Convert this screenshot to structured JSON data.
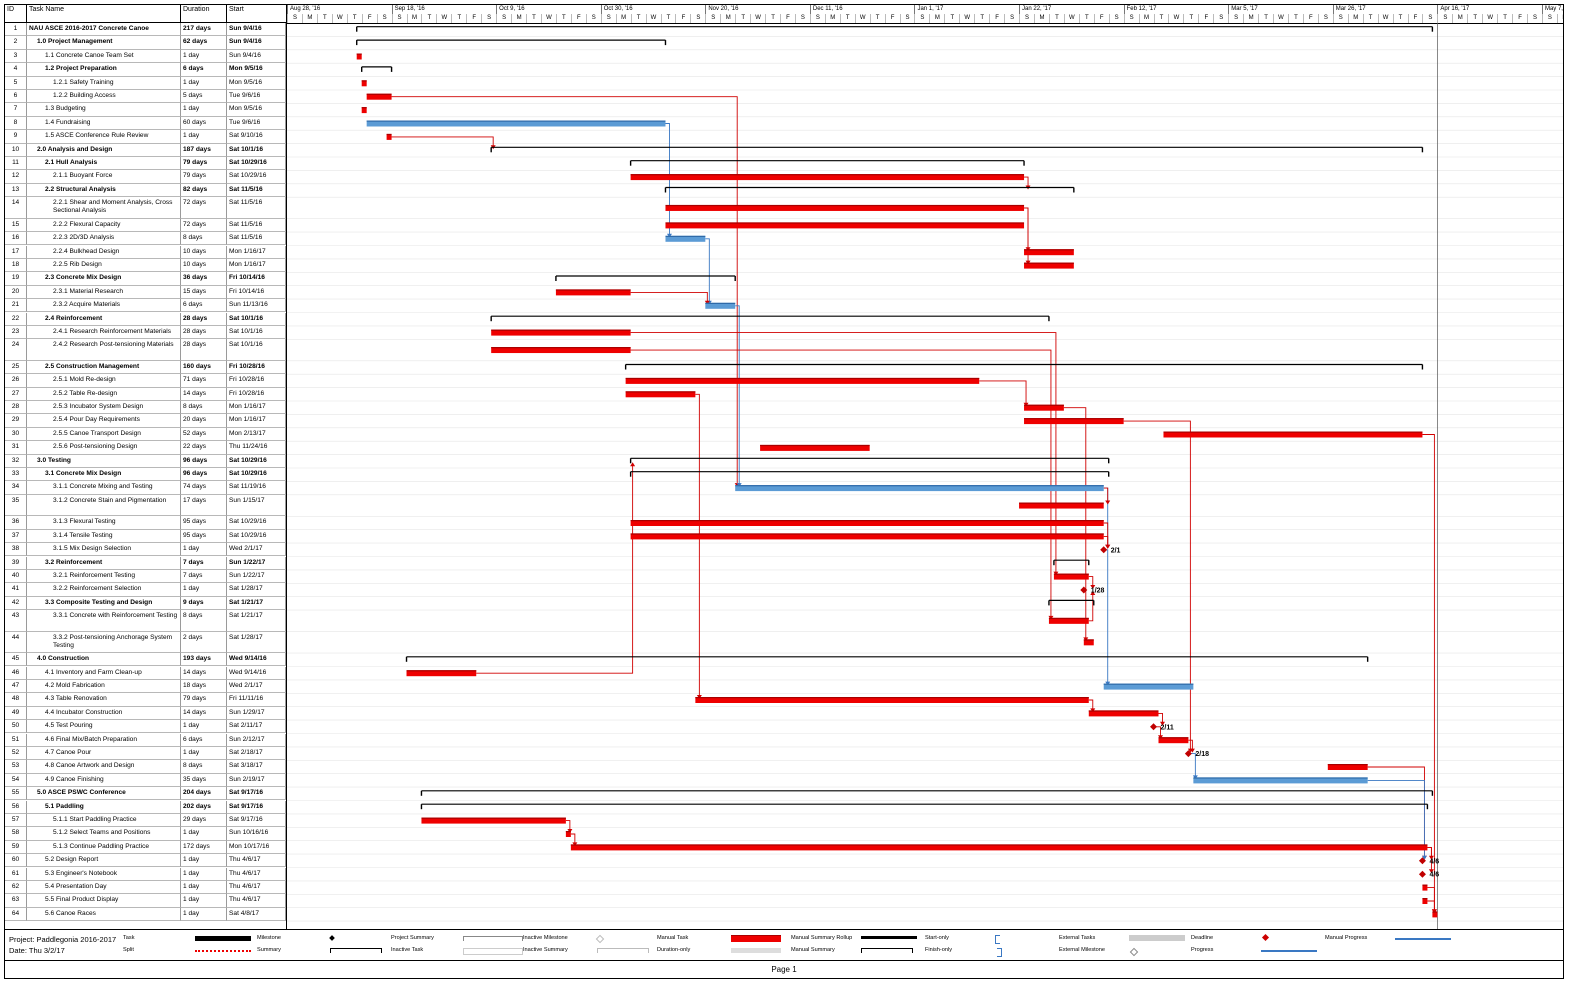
{
  "columns": {
    "id": "ID",
    "name": "Task Name",
    "duration": "Duration",
    "start": "Start"
  },
  "timescale": {
    "months": [
      "Aug 28, '16",
      "Sep 18, '16",
      "Oct 9, '16",
      "Oct 30, '16",
      "Nov 20, '16",
      "Dec 11, '16",
      "Jan 1, '17",
      "Jan 22, '17",
      "Feb 12, '17",
      "Mar 5, '17",
      "Mar 26, '17",
      "Apr 16, '17",
      "May 7,"
    ],
    "days": [
      "S",
      "M",
      "T",
      "W",
      "T",
      "F",
      "S"
    ]
  },
  "tasks": [
    {
      "id": "1",
      "name": "NAU ASCE 2016-2017 Concrete Canoe",
      "duration": "217 days",
      "start": "Sun 9/4/16",
      "level": 0,
      "bold": true,
      "type": "summary",
      "bar_start": "2016-09-04",
      "bar_end": "2017-04-08"
    },
    {
      "id": "2",
      "name": "1.0 Project Management",
      "duration": "62 days",
      "start": "Sun 9/4/16",
      "level": 1,
      "bold": true,
      "type": "summary",
      "bar_start": "2016-09-04",
      "bar_end": "2016-11-05"
    },
    {
      "id": "3",
      "name": "1.1 Concrete Canoe Team Set",
      "duration": "1 day",
      "start": "Sun 9/4/16",
      "level": 2,
      "type": "manual",
      "bar_start": "2016-09-04",
      "bar_end": "2016-09-05"
    },
    {
      "id": "4",
      "name": "1.2 Project Preparation",
      "duration": "6 days",
      "start": "Mon 9/5/16",
      "level": 2,
      "bold": true,
      "type": "summary",
      "bar_start": "2016-09-05",
      "bar_end": "2016-09-11"
    },
    {
      "id": "5",
      "name": "1.2.1 Safety Training",
      "duration": "1 day",
      "start": "Mon 9/5/16",
      "level": 3,
      "type": "manual",
      "bar_start": "2016-09-05",
      "bar_end": "2016-09-06"
    },
    {
      "id": "6",
      "name": "1.2.2 Building Access",
      "duration": "5 days",
      "start": "Tue 9/6/16",
      "level": 3,
      "type": "manual",
      "bar_start": "2016-09-06",
      "bar_end": "2016-09-11"
    },
    {
      "id": "7",
      "name": "1.3 Budgeting",
      "duration": "1 day",
      "start": "Mon 9/5/16",
      "level": 2,
      "type": "manual",
      "bar_start": "2016-09-05",
      "bar_end": "2016-09-06"
    },
    {
      "id": "8",
      "name": "1.4 Fundraising",
      "duration": "60 days",
      "start": "Tue 9/6/16",
      "level": 2,
      "type": "auto",
      "bar_start": "2016-09-06",
      "bar_end": "2016-11-05"
    },
    {
      "id": "9",
      "name": "1.5 ASCE Conference Rule Review",
      "duration": "1 day",
      "start": "Sat 9/10/16",
      "level": 2,
      "type": "manual",
      "bar_start": "2016-09-10",
      "bar_end": "2016-09-11"
    },
    {
      "id": "10",
      "name": "2.0 Analysis and Design",
      "duration": "187 days",
      "start": "Sat 10/1/16",
      "level": 1,
      "bold": true,
      "type": "summary",
      "bar_start": "2016-10-01",
      "bar_end": "2017-04-06"
    },
    {
      "id": "11",
      "name": "2.1 Hull Analysis",
      "duration": "79 days",
      "start": "Sat 10/29/16",
      "level": 2,
      "bold": true,
      "type": "summary",
      "bar_start": "2016-10-29",
      "bar_end": "2017-01-16"
    },
    {
      "id": "12",
      "name": "2.1.1 Buoyant Force",
      "duration": "79 days",
      "start": "Sat 10/29/16",
      "level": 3,
      "type": "manual",
      "bar_start": "2016-10-29",
      "bar_end": "2017-01-16"
    },
    {
      "id": "13",
      "name": "2.2 Structural Analysis",
      "duration": "82 days",
      "start": "Sat 11/5/16",
      "level": 2,
      "bold": true,
      "type": "summary",
      "bar_start": "2016-11-05",
      "bar_end": "2017-01-26"
    },
    {
      "id": "14",
      "name": "2.2.1 Shear and Moment Analysis, Cross Sectional Analysis",
      "duration": "72 days",
      "start": "Sat 11/5/16",
      "level": 3,
      "type": "manual",
      "bar_start": "2016-11-05",
      "bar_end": "2017-01-16",
      "tall": true
    },
    {
      "id": "15",
      "name": "2.2.2 Flexural Capacity",
      "duration": "72 days",
      "start": "Sat 11/5/16",
      "level": 3,
      "type": "manual",
      "bar_start": "2016-11-05",
      "bar_end": "2017-01-16"
    },
    {
      "id": "16",
      "name": "2.2.3 2D/3D Analysis",
      "duration": "8 days",
      "start": "Sat 11/5/16",
      "level": 3,
      "type": "auto",
      "bar_start": "2016-11-05",
      "bar_end": "2016-11-13"
    },
    {
      "id": "17",
      "name": "2.2.4 Bulkhead Design",
      "duration": "10 days",
      "start": "Mon 1/16/17",
      "level": 3,
      "type": "manual",
      "bar_start": "2017-01-16",
      "bar_end": "2017-01-26"
    },
    {
      "id": "18",
      "name": "2.2.5 Rib Design",
      "duration": "10 days",
      "start": "Mon 1/16/17",
      "level": 3,
      "type": "manual",
      "bar_start": "2017-01-16",
      "bar_end": "2017-01-26"
    },
    {
      "id": "19",
      "name": "2.3 Concrete Mix Design",
      "duration": "36 days",
      "start": "Fri 10/14/16",
      "level": 2,
      "bold": true,
      "type": "summary",
      "bar_start": "2016-10-14",
      "bar_end": "2016-11-19"
    },
    {
      "id": "20",
      "name": "2.3.1 Material Research",
      "duration": "15 days",
      "start": "Fri 10/14/16",
      "level": 3,
      "type": "manual",
      "bar_start": "2016-10-14",
      "bar_end": "2016-10-29"
    },
    {
      "id": "21",
      "name": "2.3.2 Acquire Materials",
      "duration": "6 days",
      "start": "Sun 11/13/16",
      "level": 3,
      "type": "auto",
      "bar_start": "2016-11-13",
      "bar_end": "2016-11-19"
    },
    {
      "id": "22",
      "name": "2.4 Reinforcement",
      "duration": "28 days",
      "start": "Sat 10/1/16",
      "level": 2,
      "bold": true,
      "type": "summary",
      "bar_start": "2016-10-01",
      "bar_end": "2017-01-21"
    },
    {
      "id": "23",
      "name": "2.4.1 Research Reinforcement Materials",
      "duration": "28 days",
      "start": "Sat 10/1/16",
      "level": 3,
      "type": "manual",
      "bar_start": "2016-10-01",
      "bar_end": "2016-10-29"
    },
    {
      "id": "24",
      "name": "2.4.2 Research Post-tensioning Materials",
      "duration": "28 days",
      "start": "Sat 10/1/16",
      "level": 3,
      "type": "manual",
      "bar_start": "2016-10-01",
      "bar_end": "2016-10-29",
      "tall": true
    },
    {
      "id": "25",
      "name": "2.5 Construction Management",
      "duration": "160 days",
      "start": "Fri 10/28/16",
      "level": 2,
      "bold": true,
      "type": "summary",
      "bar_start": "2016-10-28",
      "bar_end": "2017-04-06"
    },
    {
      "id": "26",
      "name": "2.5.1 Mold Re-design",
      "duration": "71 days",
      "start": "Fri 10/28/16",
      "level": 3,
      "type": "manual",
      "bar_start": "2016-10-28",
      "bar_end": "2017-01-07"
    },
    {
      "id": "27",
      "name": "2.5.2 Table Re-design",
      "duration": "14 days",
      "start": "Fri 10/28/16",
      "level": 3,
      "type": "manual",
      "bar_start": "2016-10-28",
      "bar_end": "2016-11-11"
    },
    {
      "id": "28",
      "name": "2.5.3 Incubator System Design",
      "duration": "8 days",
      "start": "Mon 1/16/17",
      "level": 3,
      "type": "manual",
      "bar_start": "2017-01-16",
      "bar_end": "2017-01-24"
    },
    {
      "id": "29",
      "name": "2.5.4 Pour Day Requirements",
      "duration": "20 days",
      "start": "Mon 1/16/17",
      "level": 3,
      "type": "manual",
      "bar_start": "2017-01-16",
      "bar_end": "2017-02-05"
    },
    {
      "id": "30",
      "name": "2.5.5 Canoe Transport Design",
      "duration": "52 days",
      "start": "Mon 2/13/17",
      "level": 3,
      "type": "manual",
      "bar_start": "2017-02-13",
      "bar_end": "2017-04-06"
    },
    {
      "id": "31",
      "name": "2.5.6 Post-tensioning Design",
      "duration": "22 days",
      "start": "Thu 11/24/16",
      "level": 3,
      "type": "manual",
      "bar_start": "2016-11-24",
      "bar_end": "2016-12-16"
    },
    {
      "id": "32",
      "name": "3.0 Testing",
      "duration": "96 days",
      "start": "Sat 10/29/16",
      "level": 1,
      "bold": true,
      "type": "summary",
      "bar_start": "2016-10-29",
      "bar_end": "2017-02-02"
    },
    {
      "id": "33",
      "name": "3.1 Concrete Mix Design",
      "duration": "96 days",
      "start": "Sat 10/29/16",
      "level": 2,
      "bold": true,
      "type": "summary",
      "bar_start": "2016-10-29",
      "bar_end": "2017-02-02"
    },
    {
      "id": "34",
      "name": "3.1.1 Concrete Mixing and Testing",
      "duration": "74 days",
      "start": "Sat 11/19/16",
      "level": 3,
      "type": "auto",
      "bar_start": "2016-11-19",
      "bar_end": "2017-02-01"
    },
    {
      "id": "35",
      "name": "3.1.2 Concrete Stain and Pigmentation",
      "duration": "17 days",
      "start": "Sun 1/15/17",
      "level": 3,
      "type": "manual",
      "bar_start": "2017-01-15",
      "bar_end": "2017-02-01",
      "tall": true
    },
    {
      "id": "36",
      "name": "3.1.3 Flexural Testing",
      "duration": "95 days",
      "start": "Sat 10/29/16",
      "level": 3,
      "type": "manual",
      "bar_start": "2016-10-29",
      "bar_end": "2017-02-01"
    },
    {
      "id": "37",
      "name": "3.1.4 Tensile Testing",
      "duration": "95 days",
      "start": "Sat 10/29/16",
      "level": 3,
      "type": "manual",
      "bar_start": "2016-10-29",
      "bar_end": "2017-02-01"
    },
    {
      "id": "38",
      "name": "3.1.5 Mix Design Selection",
      "duration": "1 day",
      "start": "Wed 2/1/17",
      "level": 3,
      "type": "milestone",
      "bar_start": "2017-02-01",
      "bar_end": "2017-02-01",
      "label": "2/1"
    },
    {
      "id": "39",
      "name": "3.2 Reinforcement",
      "duration": "7 days",
      "start": "Sun 1/22/17",
      "level": 2,
      "bold": true,
      "type": "summary",
      "bar_start": "2017-01-22",
      "bar_end": "2017-01-29"
    },
    {
      "id": "40",
      "name": "3.2.1 Reinforcement Testing",
      "duration": "7 days",
      "start": "Sun 1/22/17",
      "level": 3,
      "type": "manual",
      "bar_start": "2017-01-22",
      "bar_end": "2017-01-29"
    },
    {
      "id": "41",
      "name": "3.2.2 Reinforcement Selection",
      "duration": "1 day",
      "start": "Sat 1/28/17",
      "level": 3,
      "type": "milestone",
      "bar_start": "2017-01-28",
      "bar_end": "2017-01-28",
      "label": "1/28"
    },
    {
      "id": "42",
      "name": "3.3 Composite Testing and Design",
      "duration": "9 days",
      "start": "Sat 1/21/17",
      "level": 2,
      "bold": true,
      "type": "summary",
      "bar_start": "2017-01-21",
      "bar_end": "2017-01-30"
    },
    {
      "id": "43",
      "name": "3.3.1 Concrete with Reinforcement Testing",
      "duration": "8 days",
      "start": "Sat 1/21/17",
      "level": 3,
      "type": "manual",
      "bar_start": "2017-01-21",
      "bar_end": "2017-01-29",
      "tall": true
    },
    {
      "id": "44",
      "name": "3.3.2 Post-tensioning Anchorage System Testing",
      "duration": "2 days",
      "start": "Sat 1/28/17",
      "level": 3,
      "type": "manual",
      "bar_start": "2017-01-28",
      "bar_end": "2017-01-30",
      "tall": true
    },
    {
      "id": "45",
      "name": "4.0 Construction",
      "duration": "193 days",
      "start": "Wed 9/14/16",
      "level": 1,
      "bold": true,
      "type": "summary",
      "bar_start": "2016-09-14",
      "bar_end": "2017-03-26"
    },
    {
      "id": "46",
      "name": "4.1 Inventory and Farm Clean-up",
      "duration": "14 days",
      "start": "Wed 9/14/16",
      "level": 2,
      "type": "manual",
      "bar_start": "2016-09-14",
      "bar_end": "2016-09-28"
    },
    {
      "id": "47",
      "name": "4.2 Mold Fabrication",
      "duration": "18 days",
      "start": "Wed 2/1/17",
      "level": 2,
      "type": "auto",
      "bar_start": "2017-02-01",
      "bar_end": "2017-02-19"
    },
    {
      "id": "48",
      "name": "4.3 Table Renovation",
      "duration": "79 days",
      "start": "Fri 11/11/16",
      "level": 2,
      "type": "manual",
      "bar_start": "2016-11-11",
      "bar_end": "2017-01-29"
    },
    {
      "id": "49",
      "name": "4.4 Incubator Construction",
      "duration": "14 days",
      "start": "Sun 1/29/17",
      "level": 2,
      "type": "manual",
      "bar_start": "2017-01-29",
      "bar_end": "2017-02-12"
    },
    {
      "id": "50",
      "name": "4.5 Test Pouring",
      "duration": "1 day",
      "start": "Sat 2/11/17",
      "level": 2,
      "type": "milestone",
      "bar_start": "2017-02-11",
      "bar_end": "2017-02-11",
      "label": "2/11"
    },
    {
      "id": "51",
      "name": "4.6 Final Mix/Batch Preparation",
      "duration": "6 days",
      "start": "Sun 2/12/17",
      "level": 2,
      "type": "manual",
      "bar_start": "2017-02-12",
      "bar_end": "2017-02-18"
    },
    {
      "id": "52",
      "name": "4.7 Canoe Pour",
      "duration": "1 day",
      "start": "Sat 2/18/17",
      "level": 2,
      "type": "milestone",
      "bar_start": "2017-02-18",
      "bar_end": "2017-02-18",
      "label": "2/18"
    },
    {
      "id": "53",
      "name": "4.8 Canoe Artwork and Design",
      "duration": "8 days",
      "start": "Sat 3/18/17",
      "level": 2,
      "type": "manual",
      "bar_start": "2017-03-18",
      "bar_end": "2017-03-26"
    },
    {
      "id": "54",
      "name": "4.9 Canoe Finishing",
      "duration": "35 days",
      "start": "Sun 2/19/17",
      "level": 2,
      "type": "auto",
      "bar_start": "2017-02-19",
      "bar_end": "2017-03-26"
    },
    {
      "id": "55",
      "name": "5.0 ASCE PSWC Conference",
      "duration": "204 days",
      "start": "Sat 9/17/16",
      "level": 1,
      "bold": true,
      "type": "summary",
      "bar_start": "2016-09-17",
      "bar_end": "2017-04-08"
    },
    {
      "id": "56",
      "name": "5.1 Paddling",
      "duration": "202 days",
      "start": "Sat 9/17/16",
      "level": 2,
      "bold": true,
      "type": "summary",
      "bar_start": "2016-09-17",
      "bar_end": "2017-04-07"
    },
    {
      "id": "57",
      "name": "5.1.1 Start Paddling Practice",
      "duration": "29 days",
      "start": "Sat 9/17/16",
      "level": 3,
      "type": "manual",
      "bar_start": "2016-09-17",
      "bar_end": "2016-10-16"
    },
    {
      "id": "58",
      "name": "5.1.2 Select Teams and Positions",
      "duration": "1 day",
      "start": "Sun 10/16/16",
      "level": 3,
      "type": "manual",
      "bar_start": "2016-10-16",
      "bar_end": "2016-10-17"
    },
    {
      "id": "59",
      "name": "5.1.3 Continue Paddling Practice",
      "duration": "172 days",
      "start": "Mon 10/17/16",
      "level": 3,
      "type": "manual",
      "bar_start": "2016-10-17",
      "bar_end": "2017-04-07"
    },
    {
      "id": "60",
      "name": "5.2 Design Report",
      "duration": "1 day",
      "start": "Thu 4/6/17",
      "level": 2,
      "type": "milestone",
      "bar_start": "2017-04-06",
      "bar_end": "2017-04-06",
      "label": "4/6"
    },
    {
      "id": "61",
      "name": "5.3 Engineer's Notebook",
      "duration": "1 day",
      "start": "Thu 4/6/17",
      "level": 2,
      "type": "milestone",
      "bar_start": "2017-04-06",
      "bar_end": "2017-04-06",
      "label": "4/6"
    },
    {
      "id": "62",
      "name": "5.4 Presentation Day",
      "duration": "1 day",
      "start": "Thu 4/6/17",
      "level": 2,
      "type": "manual",
      "bar_start": "2017-04-06",
      "bar_end": "2017-04-07"
    },
    {
      "id": "63",
      "name": "5.5 Final Product Display",
      "duration": "1 day",
      "start": "Thu 4/6/17",
      "level": 2,
      "type": "manual",
      "bar_start": "2017-04-06",
      "bar_end": "2017-04-07"
    },
    {
      "id": "64",
      "name": "5.6 Canoe Races",
      "duration": "1 day",
      "start": "Sat 4/8/17",
      "level": 2,
      "type": "manual",
      "bar_start": "2017-04-08",
      "bar_end": "2017-04-09"
    }
  ],
  "footer": {
    "project": "Project: Paddlegonia 2016-2017",
    "date": "Date: Thu 3/2/17",
    "page": "Page 1"
  },
  "legend": [
    [
      "Task",
      "Split"
    ],
    [
      "Milestone",
      "Summary"
    ],
    [
      "Project Summary",
      "Inactive Task"
    ],
    [
      "Inactive Milestone",
      "Inactive Summary"
    ],
    [
      "Manual Task",
      "Duration-only"
    ],
    [
      "Manual Summary Rollup",
      "Manual Summary"
    ],
    [
      "Start-only",
      "Finish-only"
    ],
    [
      "External Tasks",
      "External Milestone"
    ],
    [
      "Deadline",
      "Progress"
    ],
    [
      "Manual Progress",
      ""
    ]
  ],
  "colors": {
    "manual": "#ee0000",
    "auto": "#5b9bd5",
    "summary": "#000000",
    "link_red": "#d00000",
    "link_blue": "#3a78c3"
  }
}
